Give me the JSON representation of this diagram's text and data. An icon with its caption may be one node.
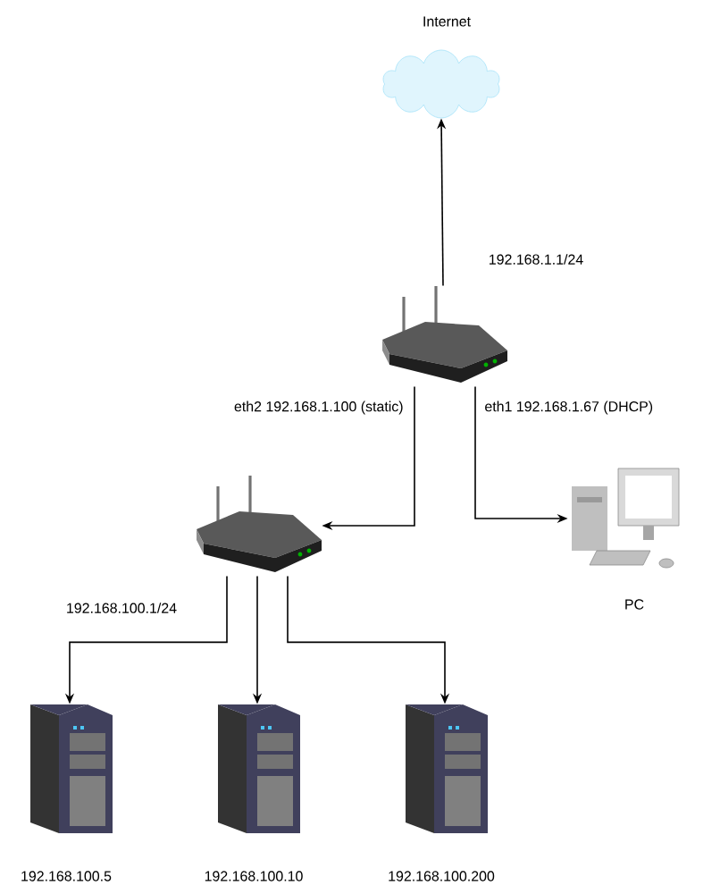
{
  "diagram": {
    "nodes": [
      {
        "text": [],
        "shape": "cloud",
        "beside": [
          "Internet"
        ]
      },
      {
        "text": [],
        "shape": "picture",
        "beside": [
          "192.168.1.1/24"
        ]
      },
      {
        "text": [],
        "shape": "picture",
        "beside": [
          "192.168.100.1/24"
        ]
      },
      {
        "text": [],
        "shape": "picture",
        "beside": [
          "PC"
        ]
      },
      {
        "text": [],
        "shape": "picture",
        "beside": [
          "192.168.100.5"
        ]
      },
      {
        "text": [],
        "shape": "picture",
        "beside": [
          "192.168.100.10"
        ]
      },
      {
        "text": [],
        "shape": "picture",
        "beside": [
          "192.168.100.200"
        ]
      }
    ],
    "edges": [
      {
        "from": 1,
        "to": 0,
        "arrow": "to"
      },
      {
        "from": 1,
        "to": 2,
        "arrow": "to",
        "label": "eth2 192.168.1.100 (static)"
      },
      {
        "from": 1,
        "to": 3,
        "arrow": "to",
        "label": "eth1 192.168.1.67 (DHCP)"
      },
      {
        "from": 2,
        "to": 4,
        "arrow": "to"
      },
      {
        "from": 2,
        "to": 5,
        "arrow": "to"
      },
      {
        "from": 2,
        "to": 6,
        "arrow": "to"
      }
    ]
  }
}
